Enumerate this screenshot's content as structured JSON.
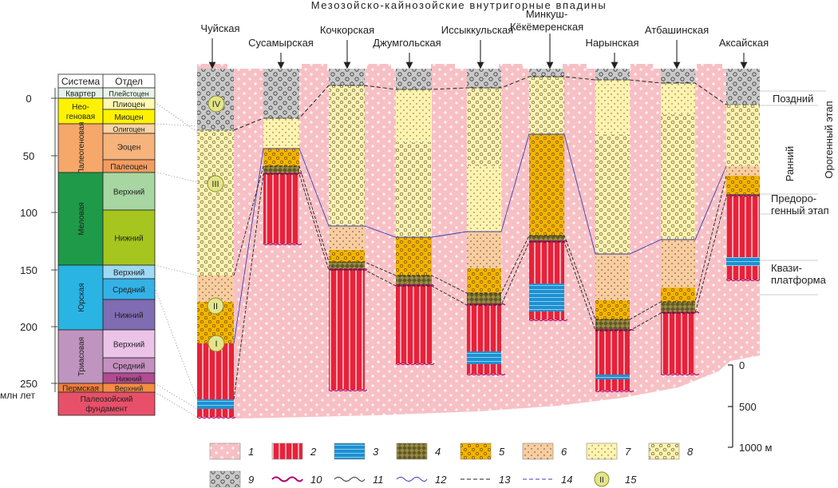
{
  "title": "Мезозойско-кайнозойские внутригорные впадины",
  "time_unit": "млн лет",
  "time_ticks": [
    "0",
    "50",
    "100",
    "150",
    "200",
    "250"
  ],
  "table_headers": {
    "system": "Система",
    "series": "Отдел"
  },
  "systems": [
    {
      "label": "Квартер",
      "color": "#e4f2e8"
    },
    {
      "label": "Нео-\nгеновая",
      "color": "#fff200"
    },
    {
      "label": "Палеогеновая",
      "color": "#f6a76a"
    },
    {
      "label": "Меловая",
      "color": "#1e9a48"
    },
    {
      "label": "Юрская",
      "color": "#29b4e4"
    },
    {
      "label": "Триасовая",
      "color": "#bf94bf"
    },
    {
      "label": "Пермская",
      "color": "#f07f3c"
    },
    {
      "label": "Палеозойский фундамент",
      "color": "#e8506a"
    }
  ],
  "series": [
    {
      "label": "Плейстоцен",
      "color": "#eaf5ea"
    },
    {
      "label": "Плиоцен",
      "color": "#fff9b3"
    },
    {
      "label": "Миоцен",
      "color": "#fff200"
    },
    {
      "label": "Олигоцен",
      "color": "#fdd4a4"
    },
    {
      "label": "Эоцен",
      "color": "#f6b37c"
    },
    {
      "label": "Палеоцен",
      "color": "#f39c60"
    },
    {
      "label": "Верхний",
      "color": "#a7d6a2"
    },
    {
      "label": "Нижний",
      "color": "#a6c51e"
    },
    {
      "label": "Верхний",
      "color": "#9ed9f5"
    },
    {
      "label": "Средний",
      "color": "#34b2e6"
    },
    {
      "label": "Нижний",
      "color": "#7f6cb3"
    },
    {
      "label": "Верхний",
      "color": "#ecc3e8"
    },
    {
      "label": "Средний",
      "color": "#c58fc0"
    },
    {
      "label": "Нижний",
      "color": "#b14b92"
    },
    {
      "label": "Верхний",
      "color": "#f58d43"
    }
  ],
  "depressions": [
    "Чуйская",
    "Сусамырская",
    "Кочкорская",
    "Джумгольская",
    "Иссыккульская",
    "Минкуш-\nКёкёмеренская",
    "Нарынская",
    "Атбашинская",
    "Аксайская"
  ],
  "stages": [
    {
      "label": "Поздний"
    },
    {
      "label": "Ранний"
    },
    {
      "label": "Орогенный этап"
    },
    {
      "label": "Предорогенный этап",
      "lines": [
        "Предоро-",
        "генный этап"
      ]
    },
    {
      "label": "Квазиплатформа",
      "lines": [
        "Квази-",
        "платформа"
      ]
    }
  ],
  "depth_scale": {
    "ticks": [
      "0",
      "500",
      "1000 м"
    ]
  },
  "stage_markers": [
    "IV",
    "III",
    "II",
    "I"
  ],
  "legend": [
    "1",
    "2",
    "3",
    "4",
    "5",
    "6",
    "7",
    "8",
    "9",
    "10",
    "11",
    "12",
    "13",
    "14",
    "15"
  ],
  "colors": {
    "basement_red": "#e8213a",
    "host_pink": "#f7c0c5",
    "blue_layer": "#1f8fcf",
    "orange_layer": "#f2b400",
    "peach_layer": "#f8cda0",
    "light_yellow": "#fff3b0",
    "quaternary_grey": "#c9c9c9"
  }
}
